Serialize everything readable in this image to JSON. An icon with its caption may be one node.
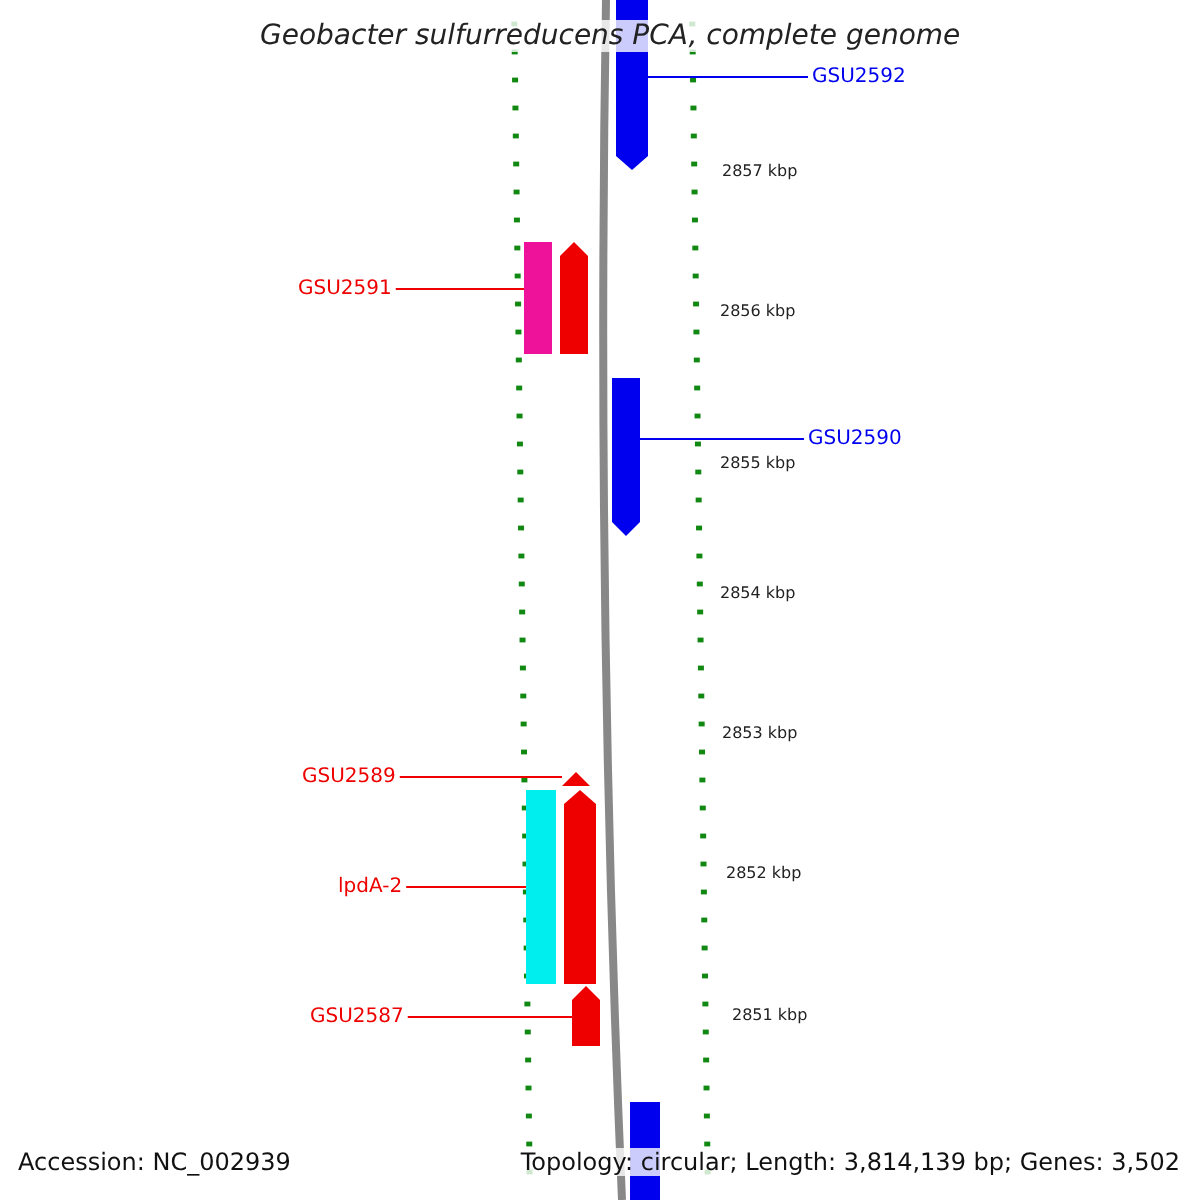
{
  "diagram": {
    "title": "Geobacter sulfurreducens PCA, complete genome",
    "nodes": [
      {
        "text": [
          "GSU2592"
        ]
      },
      {
        "text": [],
        "shape": "pentagon"
      },
      {
        "text": [
          "GSU2591"
        ]
      },
      {
        "text": [],
        "shape": "bar"
      },
      {
        "text": [],
        "shape": "pentagon"
      },
      {
        "text": [],
        "shape": "pentagon"
      },
      {
        "text": [
          "GSU2590"
        ]
      },
      {
        "text": [
          "GSU2589"
        ]
      },
      {
        "text": [],
        "shape": "triangle"
      },
      {
        "text": [],
        "shape": "bar"
      },
      {
        "text": [],
        "shape": "pentagon"
      },
      {
        "text": [
          "lpdA-2"
        ]
      },
      {
        "text": [
          "GSU2587"
        ]
      },
      {
        "text": [],
        "shape": "pentagon"
      },
      {
        "text": [],
        "shape": "bar"
      }
    ],
    "edges": [
      {
        "from": 0,
        "to": 1,
        "arrow": "none",
        "color": "#0000ee"
      },
      {
        "from": 2,
        "to": 3,
        "arrow": "none"
      },
      {
        "from": 6,
        "to": 5,
        "arrow": "none",
        "color": "#0000ee"
      },
      {
        "from": 7,
        "to": 8,
        "arrow": "none"
      },
      {
        "from": 11,
        "to": 9,
        "arrow": "none"
      },
      {
        "from": 12,
        "to": 13,
        "arrow": "none"
      }
    ],
    "labels": [
      "2857 kbp",
      "2856 kbp",
      "2855 kbp",
      "2854 kbp",
      "2853 kbp",
      "2852 kbp",
      "2851 kbp",
      "Accession: NC_002939",
      "Topology: circular; Length: 3,814,139 bp; Genes: 3,502"
    ]
  }
}
